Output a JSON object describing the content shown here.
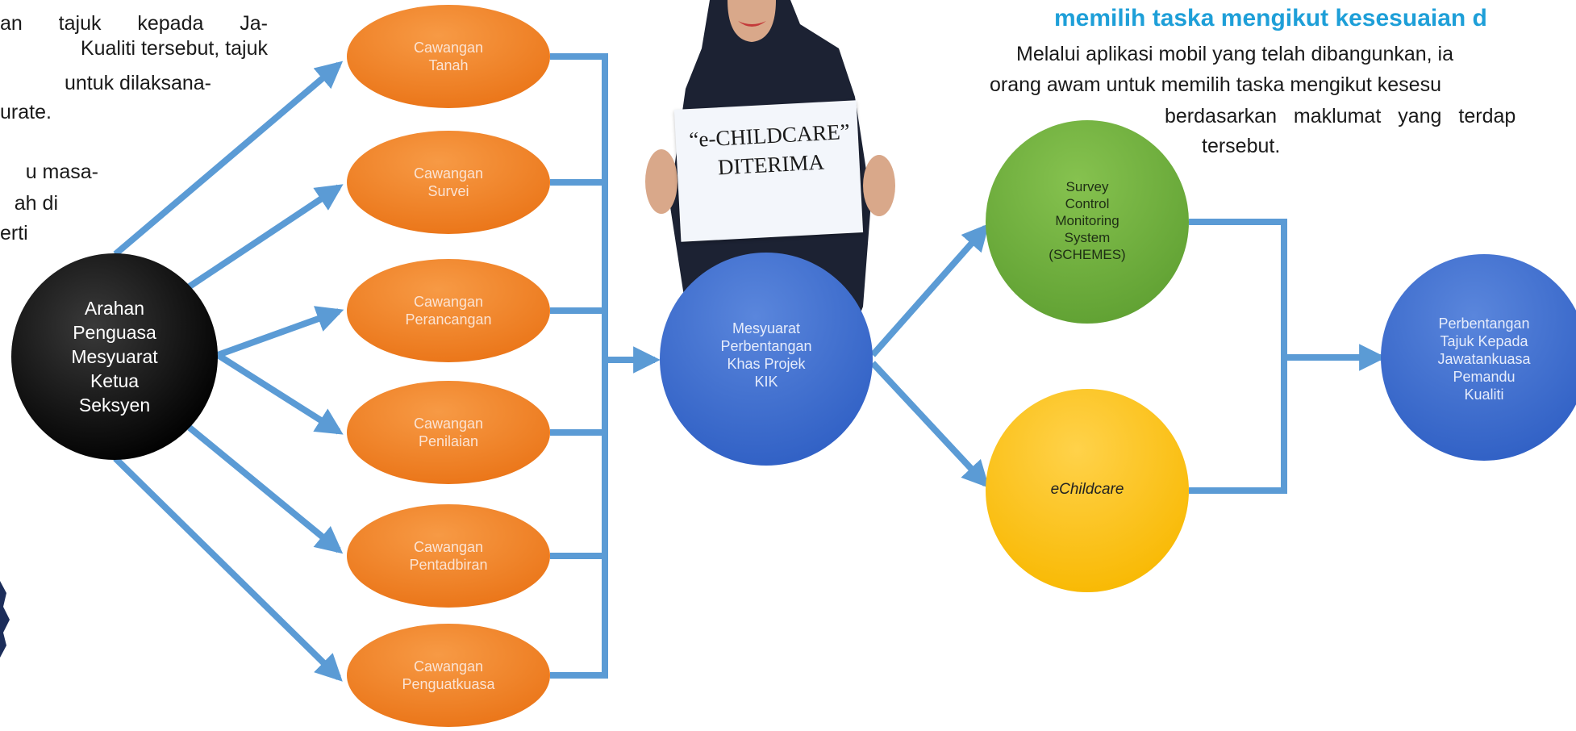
{
  "left_text": {
    "lines": [
      "an tajuk kepada Ja-",
      "Kualiti tersebut, tajuk",
      "untuk dilaksana-",
      "urate.",
      "u masa-",
      "ah di",
      "erti"
    ]
  },
  "right_text": {
    "heading": "memilih taska mengikut kesesuaian d",
    "lines": [
      "Melalui aplikasi mobil yang telah dibangunkan, ia",
      "orang awam untuk memilih taska mengikut kesesu",
      "berdasarkan maklumat yang terdap",
      "tersebut."
    ]
  },
  "sign": {
    "text": "“e-CHILDCARE”\nDITERIMA"
  },
  "colors": {
    "orange": "#f07f1e",
    "black": "#000000",
    "blue": "#3a6dcf",
    "green": "#6cac3c",
    "yellow": "#ffc000",
    "arrow": "#5b9bd5"
  },
  "nodes": {
    "arahan": "Arahan\nPenguasa\nMesyuarat\nKetua\nSeksyen",
    "tanah": "Cawangan\nTanah",
    "survei": "Cawangan\nSurvei",
    "perancangan": "Cawangan\nPerancangan",
    "penilaian": "Cawangan\nPenilaian",
    "pentadbiran": "Cawangan\nPentadbiran",
    "penguatkuasa": "Cawangan\nPenguatkuasa",
    "mesyuarat": "Mesyuarat\nPerbentangan\nKhas Projek\nKIK",
    "schemes": "Survey\nControl\nMonitoring\nSystem\n(SCHEMES)",
    "echildcare": "eChildcare",
    "perbentangan": "Perbentangan\nTajuk Kepada\nJawatankuasa\nPemandu\nKualiti"
  }
}
